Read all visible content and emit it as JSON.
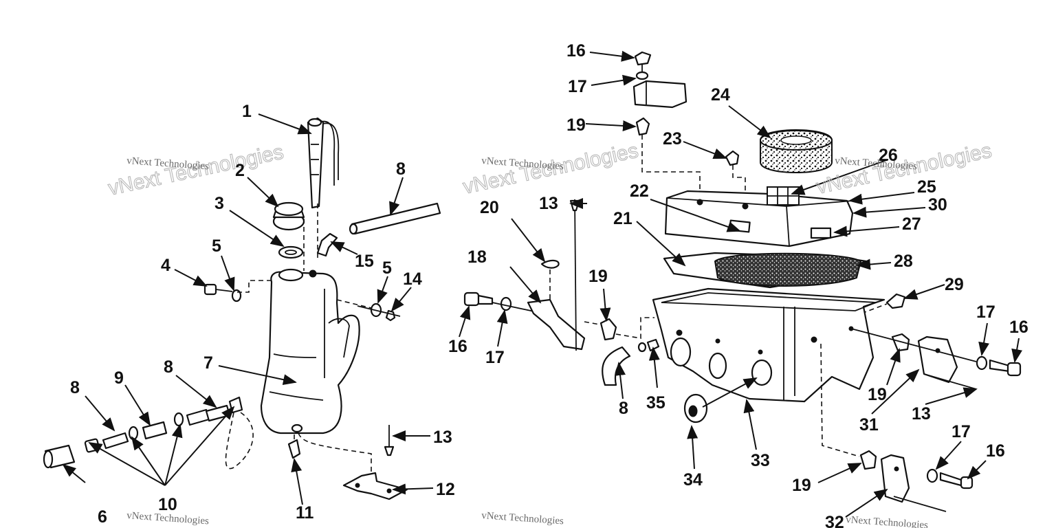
{
  "diagram": {
    "labels": [
      "1",
      "2",
      "3",
      "4",
      "5",
      "5",
      "6",
      "7",
      "8",
      "8",
      "8",
      "8",
      "9",
      "10",
      "11",
      "12",
      "13",
      "13",
      "13",
      "14",
      "15",
      "16",
      "16",
      "16",
      "16",
      "17",
      "17",
      "17",
      "17",
      "18",
      "19",
      "19",
      "19",
      "19",
      "20",
      "21",
      "22",
      "23",
      "24",
      "25",
      "26",
      "27",
      "28",
      "29",
      "30",
      "31",
      "32",
      "33",
      "34",
      "35"
    ],
    "watermark_line1": "vNext Technologies",
    "watermark_line2": "vNext Technologies"
  }
}
